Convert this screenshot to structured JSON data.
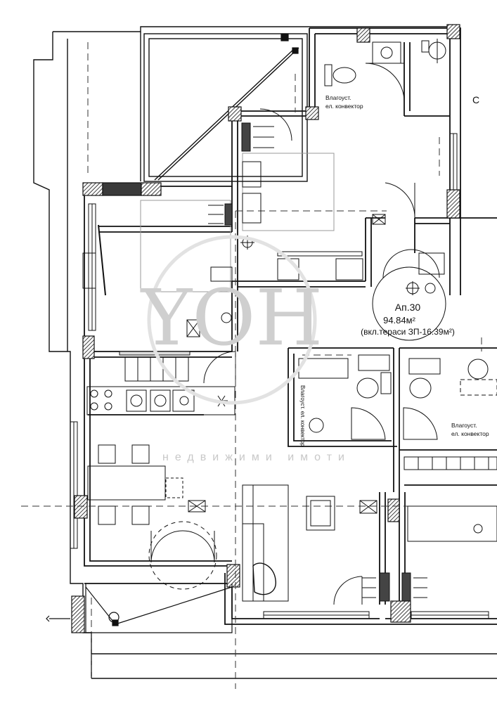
{
  "apartment": {
    "name": "Ап.30",
    "area": "94.84м²",
    "note": "(вкл.тераси ЗП-16.39м²)"
  },
  "fixture_labels": {
    "humidifier_line1": "Влагоуст.",
    "humidifier_line2": "ел. конвектор",
    "humidifier_vertical": "Влагоуст. ел. конвектор",
    "humidifier_right_line1": "Влагоуст.",
    "humidifier_right_line2": "ел. конвектор"
  },
  "edge_label": "С",
  "watermark": {
    "logo": "YOH",
    "subtitle": "недвижими имоти"
  },
  "colors": {
    "line": "#111111",
    "column_fill": "#3a3a3a",
    "dash": "#333333",
    "watermark": "#cfcfcf"
  }
}
